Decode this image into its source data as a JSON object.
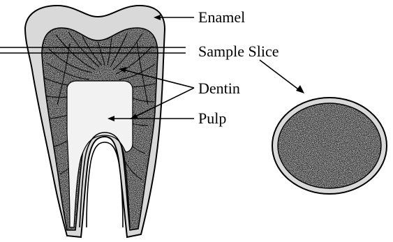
{
  "labels": {
    "enamel": "Enamel",
    "sample_slice": "Sample Slice",
    "dentin": "Dentin",
    "pulp": "Pulp"
  },
  "colors": {
    "stroke": "#000000",
    "enamel_fill": "#d9d9d9",
    "dentin_fill": "#9a9a9a",
    "pulp_fill": "#eeeeee",
    "background": "#ffffff"
  }
}
